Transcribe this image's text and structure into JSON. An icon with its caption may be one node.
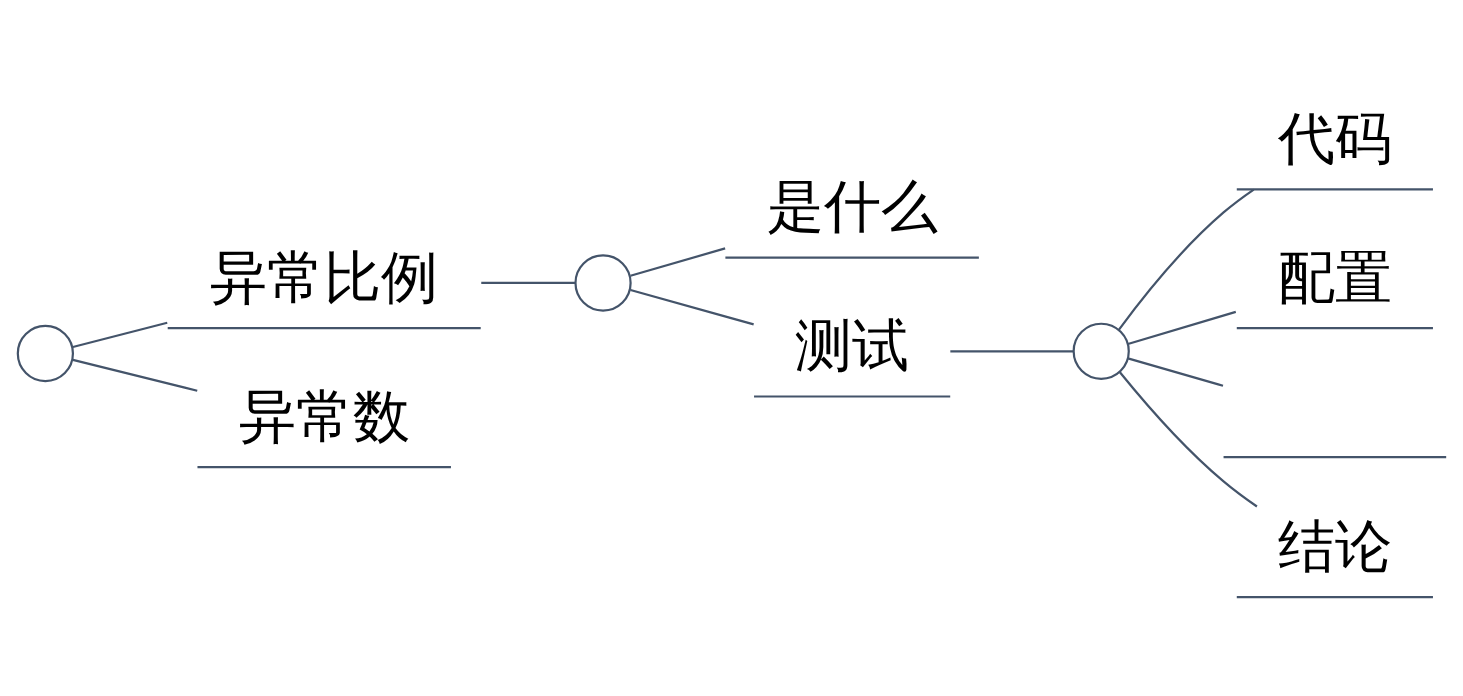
{
  "diagram": {
    "nodes": [
      {
        "text": [],
        "shape": "circle"
      },
      {
        "text": [
          "异常比例"
        ]
      },
      {
        "text": [],
        "shape": "circle"
      },
      {
        "text": [
          "是什么"
        ]
      },
      {
        "text": [
          "测试"
        ]
      },
      {
        "text": [],
        "shape": "circle"
      },
      {
        "text": [
          "代码"
        ]
      },
      {
        "text": [
          "配置"
        ]
      },
      {
        "text": [],
        "shape": "box"
      },
      {
        "text": [
          "结论"
        ]
      },
      {
        "text": [
          "异常数"
        ]
      }
    ],
    "edges": [
      {
        "from": 0,
        "to": 1,
        "arrow": "none"
      },
      {
        "from": 1,
        "to": 2,
        "arrow": "none"
      },
      {
        "from": 2,
        "to": 3,
        "arrow": "none"
      },
      {
        "from": 2,
        "to": 4,
        "arrow": "none"
      },
      {
        "from": 4,
        "to": 5,
        "arrow": "none"
      },
      {
        "from": 5,
        "to": 6,
        "arrow": "none"
      },
      {
        "from": 5,
        "to": 7,
        "arrow": "none"
      },
      {
        "from": 5,
        "to": 8,
        "arrow": "none"
      },
      {
        "from": 5,
        "to": 9,
        "arrow": "none"
      },
      {
        "from": 0,
        "to": 10,
        "arrow": "none"
      }
    ]
  }
}
